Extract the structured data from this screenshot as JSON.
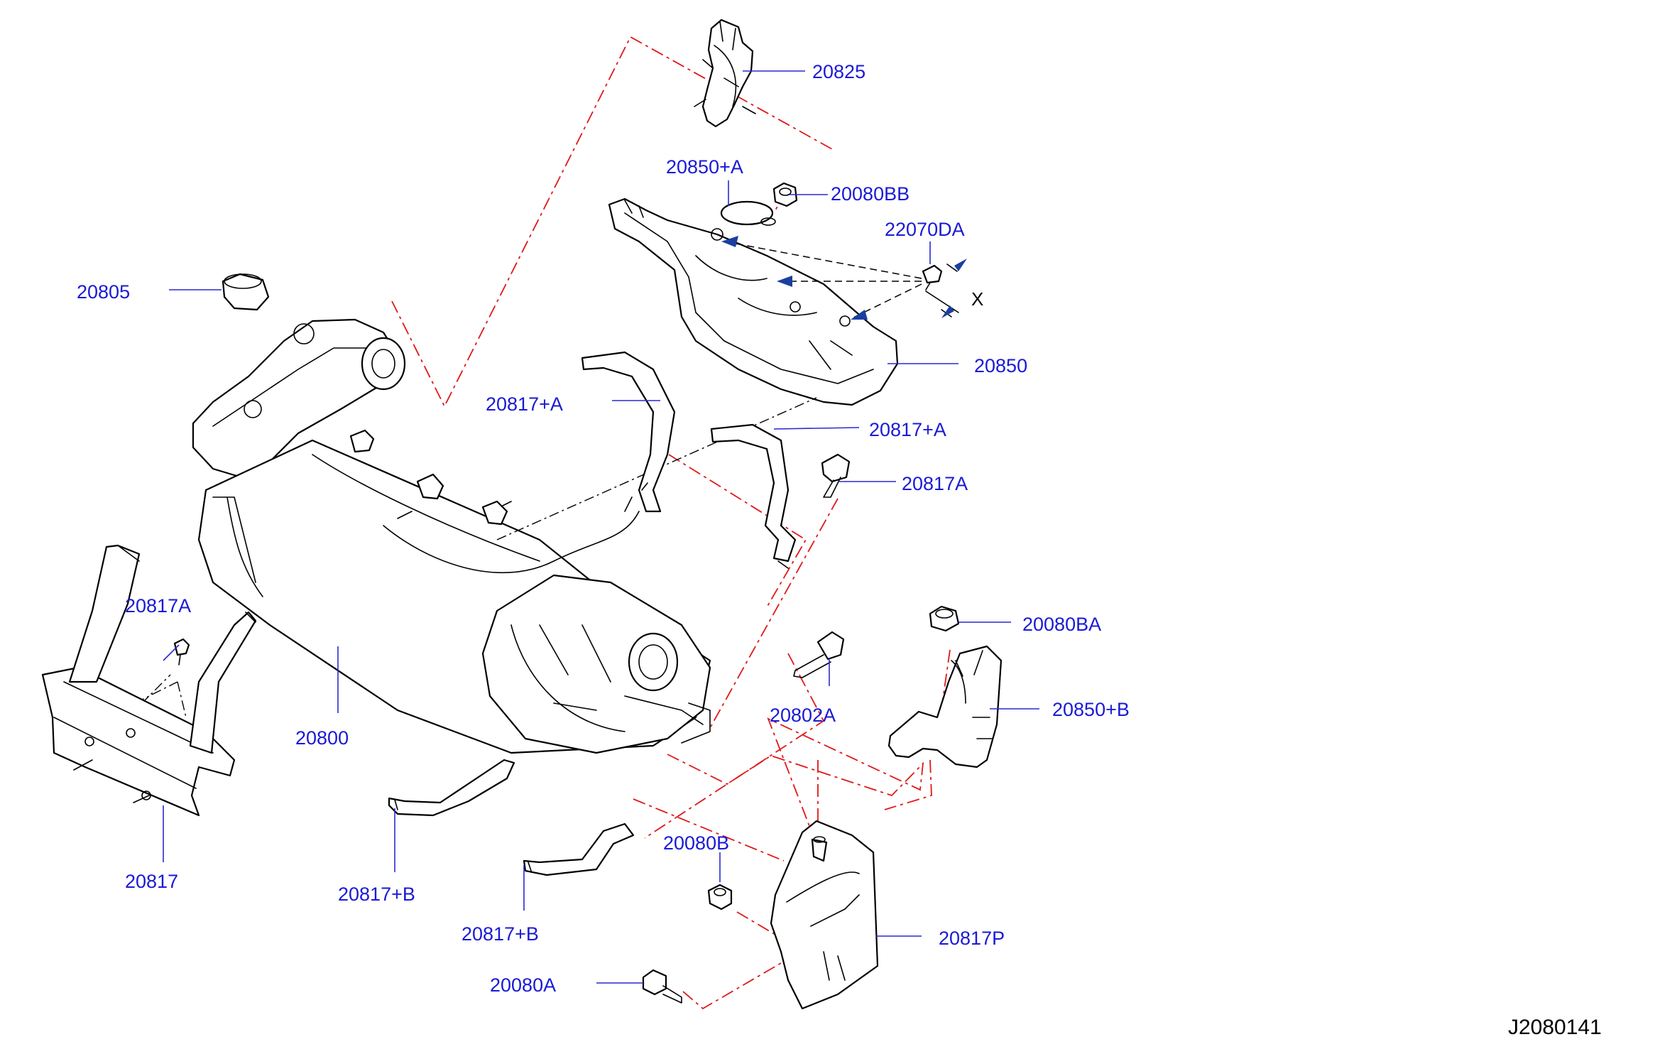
{
  "callouts": {
    "c20825": "20825",
    "c20850A": "20850+A",
    "c20080BB": "20080BB",
    "c22070DA": "22070DA",
    "c20805": "20805",
    "c20850": "20850",
    "c20817A_plus_top": "20817+A",
    "c20817A_plus_right": "20817+A",
    "c20817A_right": "20817A",
    "c20817A_left": "20817A",
    "c20080BA": "20080BA",
    "c20850B": "20850+B",
    "c20802A": "20802A",
    "c20800": "20800",
    "c20817": "20817",
    "c20817B_left": "20817+B",
    "c20817B_mid": "20817+B",
    "c20080B": "20080B",
    "c20817P": "20817P",
    "c20080A": "20080A"
  },
  "dimension_mark": "X",
  "diagram_code": "J2080141"
}
